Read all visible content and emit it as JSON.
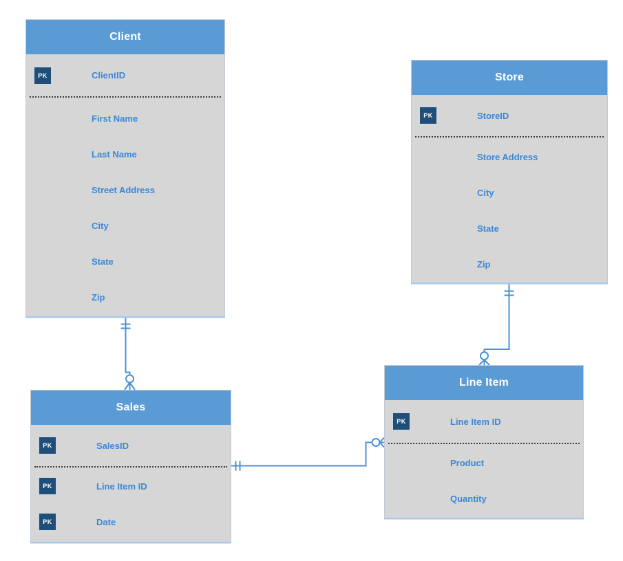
{
  "diagram": {
    "pk_label": "PK",
    "entities": [
      {
        "name": "Client",
        "fields": [
          {
            "label": "ClientID",
            "pk": true
          },
          {
            "label": "First Name",
            "pk": false
          },
          {
            "label": "Last Name",
            "pk": false
          },
          {
            "label": "Street Address",
            "pk": false
          },
          {
            "label": "City",
            "pk": false
          },
          {
            "label": "State",
            "pk": false
          },
          {
            "label": "Zip",
            "pk": false
          }
        ]
      },
      {
        "name": "Store",
        "fields": [
          {
            "label": "StoreID",
            "pk": true
          },
          {
            "label": "Store Address",
            "pk": false
          },
          {
            "label": "City",
            "pk": false
          },
          {
            "label": "State",
            "pk": false
          },
          {
            "label": "Zip",
            "pk": false
          }
        ]
      },
      {
        "name": "Sales",
        "fields": [
          {
            "label": "SalesID",
            "pk": true
          },
          {
            "label": "Line Item ID",
            "pk": true
          },
          {
            "label": "Date",
            "pk": true
          }
        ]
      },
      {
        "name": "Line Item",
        "fields": [
          {
            "label": "Line Item ID",
            "pk": true
          },
          {
            "label": "Product",
            "pk": false
          },
          {
            "label": "Quantity",
            "pk": false
          }
        ]
      }
    ],
    "relationships": [
      {
        "from": "Client",
        "to": "Sales",
        "from_cardinality": "one-and-only-one",
        "to_cardinality": "zero-or-many"
      },
      {
        "from": "Store",
        "to": "Line Item",
        "from_cardinality": "one-and-only-one",
        "to_cardinality": "zero-or-many"
      },
      {
        "from": "Sales",
        "to": "Line Item",
        "from_cardinality": "one-and-only-one",
        "to_cardinality": "zero-or-many"
      }
    ],
    "colors": {
      "header-bg": "#5b9bd5",
      "body-bg": "#d6d6d6",
      "pk-badge-bg": "#1f4e79",
      "field-text": "#3a87d8",
      "header-text": "#ffffff",
      "connector": "#4a90d8",
      "divider": "#3a3a3a",
      "canvas-bg": "#ffffff"
    }
  }
}
